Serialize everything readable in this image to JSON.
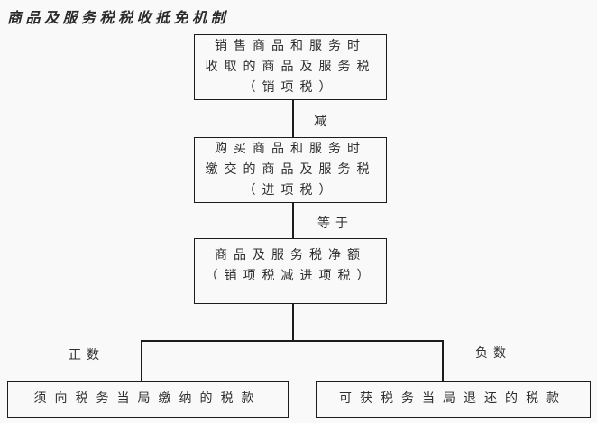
{
  "page": {
    "title": "商品及服务税税收抵免机制"
  },
  "colors": {
    "background": "#f9f9f9",
    "line": "#1c1c1c",
    "text": "#2e2e2e"
  },
  "flow": {
    "box_output_tax": {
      "line1": "销售商品和服务时",
      "line2": "收取的商品及服务税",
      "line3": "（销项税）"
    },
    "connector_minus": {
      "label": "减"
    },
    "box_input_tax": {
      "line1": "购买商品和服务时",
      "line2": "缴交的商品及服务税",
      "line3": "（进项税）"
    },
    "connector_equals": {
      "label": "等于"
    },
    "box_net_tax": {
      "line1": "商品及服务税净额",
      "line2": "（销项税减进项税）"
    },
    "branch_positive": {
      "label": "正数"
    },
    "branch_negative": {
      "label": "负数"
    },
    "box_payable": {
      "label": "须向税务当局缴纳的税款"
    },
    "box_refund": {
      "label": "可获税务当局退还的税款"
    }
  }
}
